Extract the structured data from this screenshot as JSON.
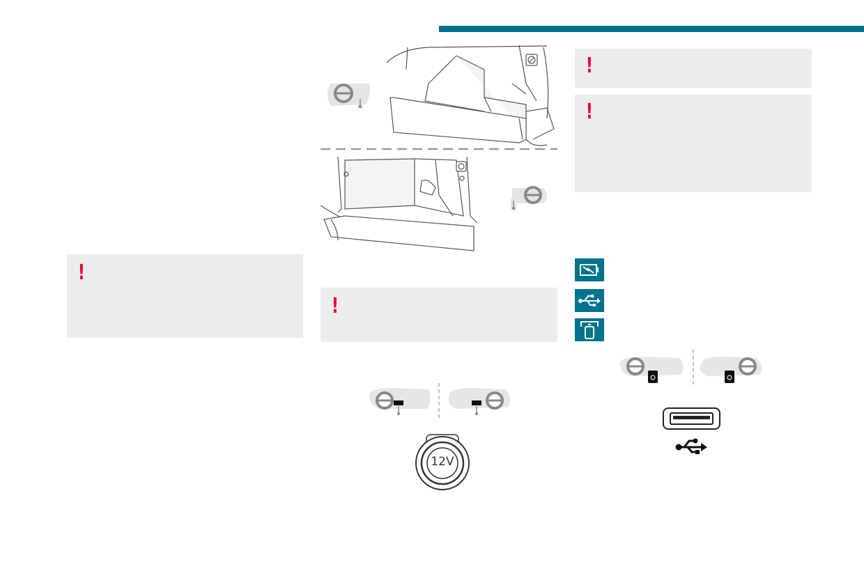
{
  "header": {
    "accent_color": "#00738f"
  },
  "warnings": {
    "symbol": "!",
    "color": "#e4032e",
    "box_color": "#ececec"
  },
  "socket_12v": {
    "label": "12V"
  },
  "usb": {
    "icons": [
      "battery-charging-icon",
      "usb-icon",
      "smartphone-mirroring-icon"
    ],
    "icon_bg_color": "#00738f"
  },
  "illustrations": [
    "glovebox-lhd-illustration",
    "glovebox-rhd-illustration",
    "12v-socket-location-diagram",
    "usb-port-location-diagram"
  ]
}
